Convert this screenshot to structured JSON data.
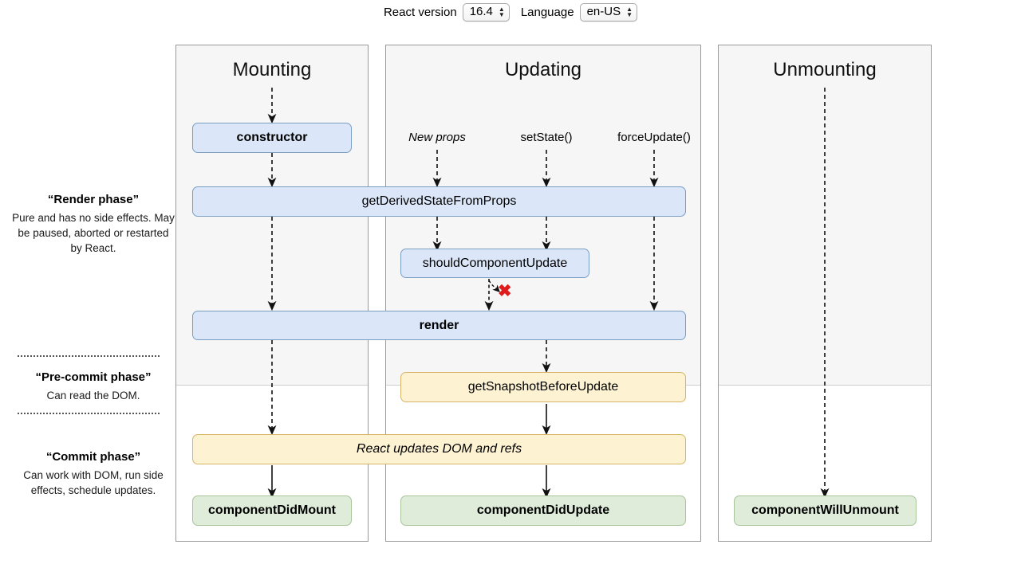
{
  "header": {
    "react_version_label": "React version",
    "react_version_value": "16.4",
    "language_label": "Language",
    "language_value": "en-US"
  },
  "phases": [
    {
      "name": "render-phase",
      "title": "“Render phase”",
      "description": "Pure and has no side effects. May be paused, aborted or restarted by React."
    },
    {
      "name": "pre-commit-phase",
      "title": "“Pre-commit phase”",
      "description": "Can read the DOM."
    },
    {
      "name": "commit-phase",
      "title": "“Commit phase”",
      "description": "Can work with DOM, run side effects, schedule updates."
    }
  ],
  "columns": {
    "mounting": {
      "title": "Mounting"
    },
    "updating": {
      "title": "Updating"
    },
    "unmounting": {
      "title": "Unmounting"
    }
  },
  "triggers": {
    "new_props": "New props",
    "set_state": "setState()",
    "force_update": "forceUpdate()"
  },
  "lifecycle": {
    "constructor": "constructor",
    "get_derived_state_from_props": "getDerivedStateFromProps",
    "should_component_update": "shouldComponentUpdate",
    "render": "render",
    "get_snapshot_before_update": "getSnapshotBeforeUpdate",
    "react_updates_dom": "React updates DOM and refs",
    "component_did_mount": "componentDidMount",
    "component_did_update": "componentDidUpdate",
    "component_will_unmount": "componentWillUnmount"
  },
  "markers": {
    "skip_render": "✖"
  },
  "colors": {
    "blue_fill": "#dbe7f8",
    "blue_border": "#7a9dc4",
    "amber_fill": "#fdf2d2",
    "amber_border": "#d7b566",
    "green_fill": "#dfecd9",
    "green_border": "#a8c49a",
    "panel_grey": "#f6f6f6",
    "marker_red": "#e01b1b"
  }
}
